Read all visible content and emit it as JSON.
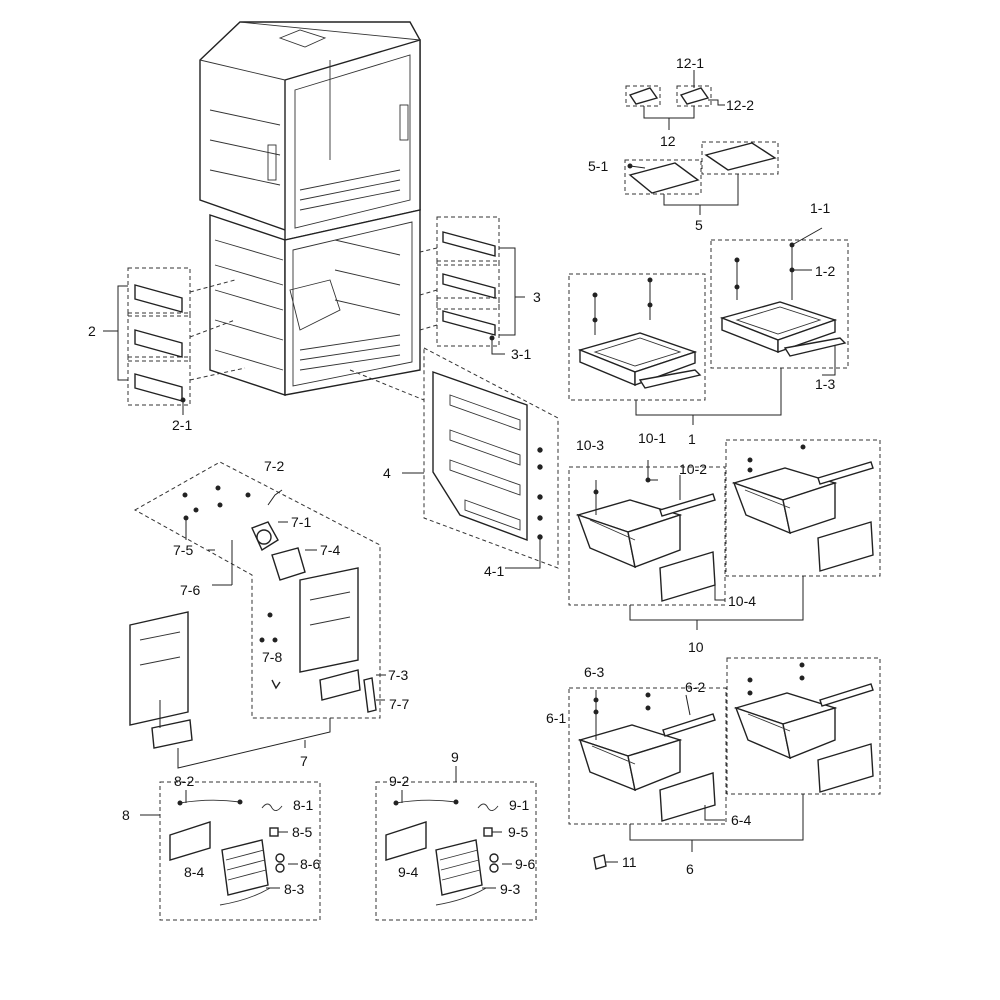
{
  "diagram": {
    "labels": {
      "l1": "1",
      "l1_1": "1-1",
      "l1_2": "1-2",
      "l1_3": "1-3",
      "l2": "2",
      "l2_1": "2-1",
      "l3": "3",
      "l3_1": "3-1",
      "l4": "4",
      "l4_1": "4-1",
      "l5": "5",
      "l5_1": "5-1",
      "l6": "6",
      "l6_1": "6-1",
      "l6_2": "6-2",
      "l6_3": "6-3",
      "l6_4": "6-4",
      "l7": "7",
      "l7_1": "7-1",
      "l7_2": "7-2",
      "l7_3": "7-3",
      "l7_4": "7-4",
      "l7_5": "7-5",
      "l7_6": "7-6",
      "l7_7": "7-7",
      "l7_8": "7-8",
      "l8": "8",
      "l8_1": "8-1",
      "l8_2": "8-2",
      "l8_3": "8-3",
      "l8_4": "8-4",
      "l8_5": "8-5",
      "l8_6": "8-6",
      "l9": "9",
      "l9_1": "9-1",
      "l9_2": "9-2",
      "l9_3": "9-3",
      "l9_4": "9-4",
      "l9_5": "9-5",
      "l9_6": "9-6",
      "l10": "10",
      "l10_1": "10-1",
      "l10_2": "10-2",
      "l10_3": "10-3",
      "l10_4": "10-4",
      "l11": "11",
      "l12": "12",
      "l12_1": "12-1",
      "l12_2": "12-2"
    }
  }
}
